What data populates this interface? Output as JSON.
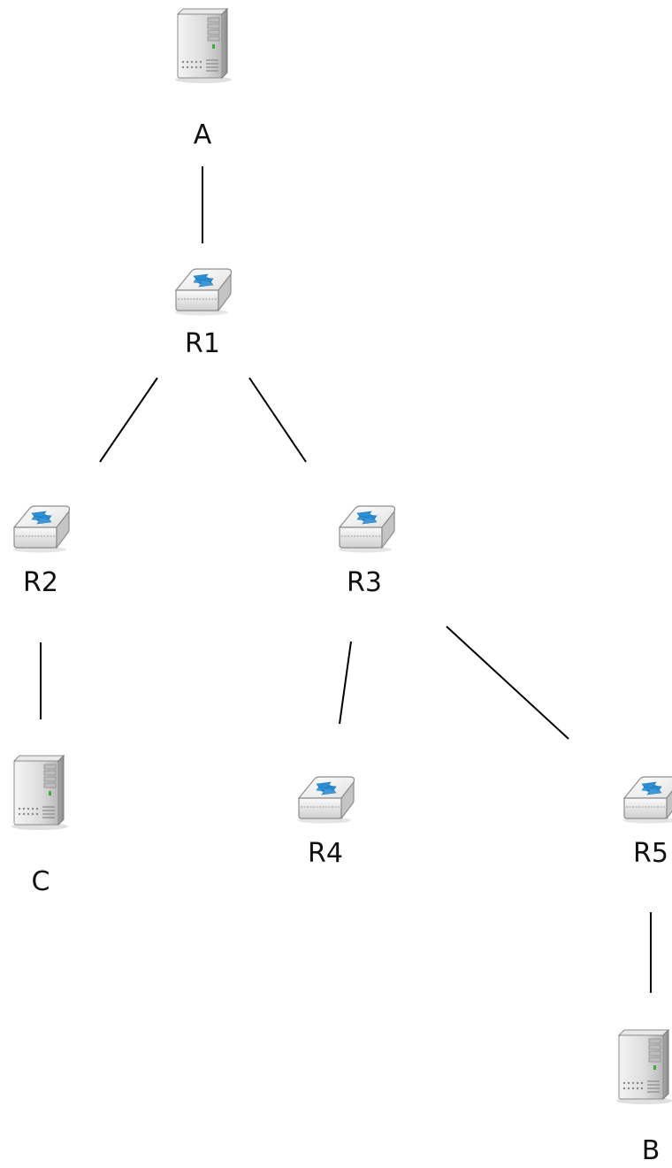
{
  "diagram": {
    "nodes": [
      {
        "id": "A",
        "label": "A",
        "kind": "server",
        "icon": "server-icon"
      },
      {
        "id": "R1",
        "label": "R1",
        "kind": "router",
        "icon": "router-icon"
      },
      {
        "id": "R2",
        "label": "R2",
        "kind": "router",
        "icon": "router-icon"
      },
      {
        "id": "R3",
        "label": "R3",
        "kind": "router",
        "icon": "router-icon"
      },
      {
        "id": "C",
        "label": "C",
        "kind": "server",
        "icon": "server-icon"
      },
      {
        "id": "R4",
        "label": "R4",
        "kind": "router",
        "icon": "router-icon"
      },
      {
        "id": "R5",
        "label": "R5",
        "kind": "router",
        "icon": "router-icon"
      },
      {
        "id": "B",
        "label": "B",
        "kind": "server",
        "icon": "server-icon"
      }
    ],
    "links": [
      {
        "from": "A",
        "to": "R1"
      },
      {
        "from": "R1",
        "to": "R2"
      },
      {
        "from": "R1",
        "to": "R3"
      },
      {
        "from": "R2",
        "to": "C"
      },
      {
        "from": "R3",
        "to": "R4"
      },
      {
        "from": "R3",
        "to": "R5"
      },
      {
        "from": "R5",
        "to": "B"
      }
    ],
    "colors": {
      "line": "#000000",
      "router_accent": "#2a8fd6",
      "device_body": "#d9d9d9"
    }
  }
}
